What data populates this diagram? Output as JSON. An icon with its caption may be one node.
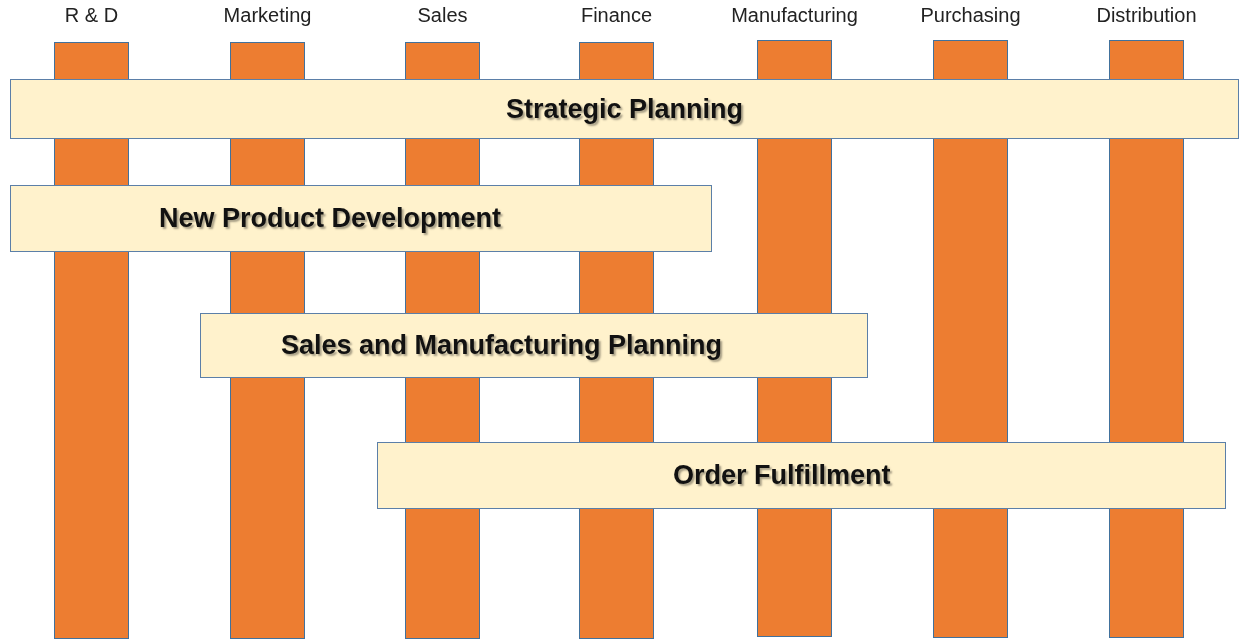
{
  "diagram": {
    "nodes": [
      {
        "text": [
          "R & D"
        ]
      },
      {
        "text": [
          "Marketing"
        ]
      },
      {
        "text": [
          "Sales"
        ]
      },
      {
        "text": [
          "Finance"
        ]
      },
      {
        "text": [
          "Manufacturing"
        ]
      },
      {
        "text": [
          "Purchasing"
        ]
      },
      {
        "text": [
          "Distribution"
        ]
      },
      {
        "text": [
          "Strategic Planning"
        ]
      },
      {
        "text": [
          "New Product Development"
        ]
      },
      {
        "text": [
          "Sales and Manufacturing Planning"
        ]
      },
      {
        "text": [
          "Order Fulfillment"
        ]
      }
    ],
    "edges": []
  }
}
